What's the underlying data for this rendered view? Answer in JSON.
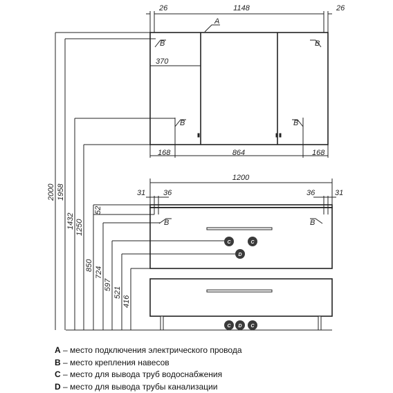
{
  "top_dims": {
    "left_side": "26",
    "total_width": "1148",
    "right_side": "26",
    "letter_a": "A",
    "left_door": "370",
    "bottom_left": "168",
    "bottom_center": "864",
    "bottom_right": "168"
  },
  "vanity_dims": {
    "total_width": "1200",
    "left_31": "31",
    "left_36": "36",
    "right_36": "36",
    "right_31": "31"
  },
  "vertical_dims": [
    "2000",
    "1958",
    "1432",
    "1250",
    "52",
    "850",
    "724",
    "597",
    "521",
    "416"
  ],
  "markers": {
    "b": "B",
    "c": "C",
    "d": "D"
  },
  "legend": [
    {
      "key": "A",
      "text": " – место подключения электрического провода"
    },
    {
      "key": "B",
      "text": " – место крепления навесов"
    },
    {
      "key": "C",
      "text": " – место для вывода труб водоснабжения"
    },
    {
      "key": "D",
      "text": " – место для вывода трубы канализации"
    }
  ],
  "colors": {
    "line": "#222222",
    "marker_fill": "#3a3a3a"
  }
}
